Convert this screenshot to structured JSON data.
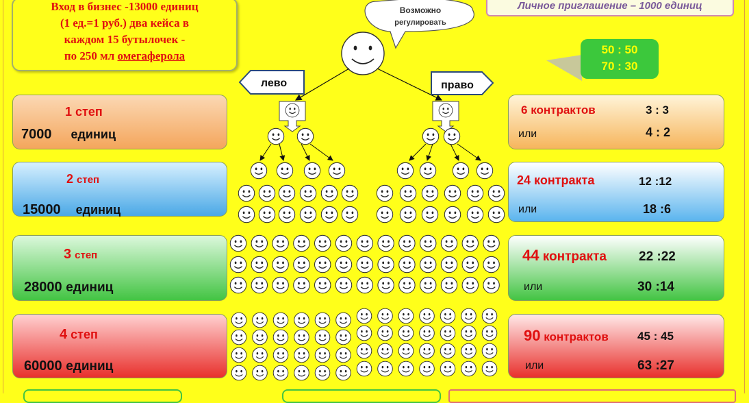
{
  "entry": {
    "line1": "Вход  в  бизнес -13000 единиц",
    "line2": "(1 ед.=1 руб.)   два кейса в",
    "line3": "каждом 15 бутылочек  -",
    "line4_prefix": "по 250 мл ",
    "line4_link": "омегаферола"
  },
  "invite": "Личное приглашение – 1000 единиц",
  "bubble": {
    "line1": "Возможно",
    "line2": "регулировать"
  },
  "ratios": {
    "r1": "50 : 50",
    "r2": "70 : 30"
  },
  "branches": {
    "left": "лево",
    "right": "право"
  },
  "steps": [
    {
      "num": "1",
      "label": "степ",
      "amount": "7000",
      "unit": "единиц"
    },
    {
      "num": "2",
      "label": "степ",
      "amount": "15000",
      "unit": "единиц"
    },
    {
      "num": "3",
      "label": "степ",
      "amount": "28000",
      "unit": "единиц"
    },
    {
      "num": "4",
      "label": "степ",
      "amount": "60000",
      "unit": "единиц"
    }
  ],
  "contracts": [
    {
      "count": "6",
      "word": "контрактов",
      "split1": "3 : 3",
      "or": "или",
      "split2": "4 : 2"
    },
    {
      "count": "24",
      "word": "контракта",
      "split1": "12 :12",
      "or": "или",
      "split2": "18 :6"
    },
    {
      "count": "44",
      "word": "контракта",
      "split1": "22 :22",
      "or": "или",
      "split2": "30 :14"
    },
    {
      "count": "90",
      "word": "контрактов",
      "split1": "45 : 45",
      "or": "или",
      "split2": "63 :27"
    }
  ],
  "colors": {
    "background": "#ffff1a",
    "red_text": "#e01010",
    "step1": "#f4a65c",
    "step2": "#4aa8e6",
    "step3": "#43c443",
    "step4": "#e8302c",
    "ratio_box": "#3cc83c"
  }
}
